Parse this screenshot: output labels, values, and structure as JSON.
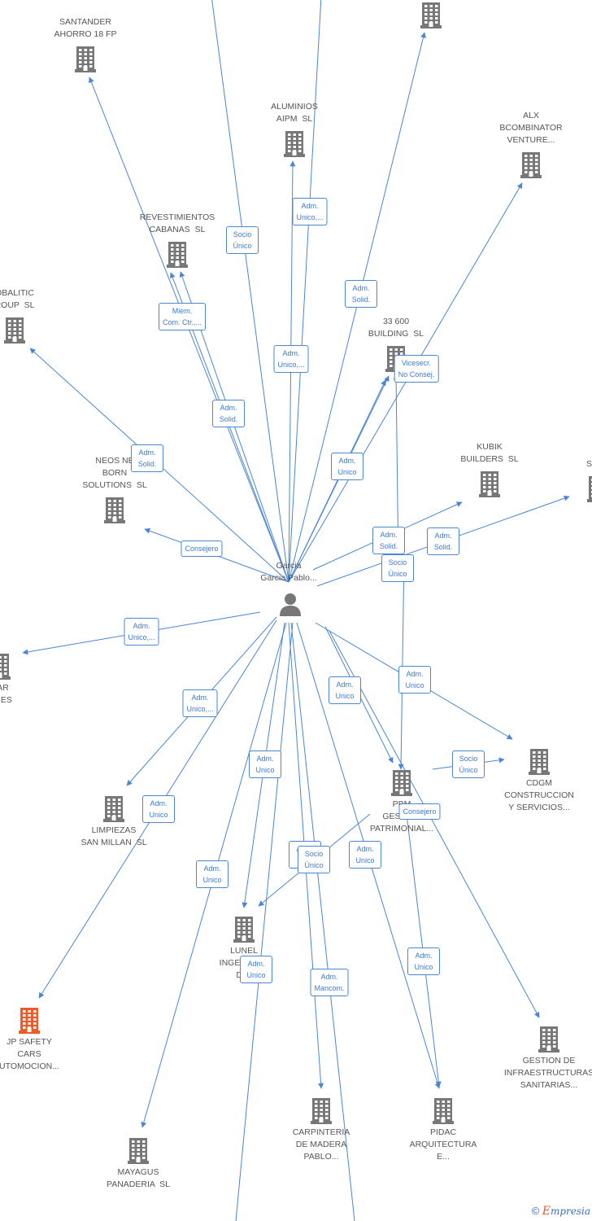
{
  "center": {
    "name": "Garcia\nGarcia Pablo..."
  },
  "colors": {
    "edge": "#4a86d3",
    "node": "#777777",
    "highlight": "#f05a28"
  },
  "companies": [
    {
      "id": "santander",
      "name": "SANTANDER\nAHORRO 18 FP"
    },
    {
      "id": "top_right",
      "name": ""
    },
    {
      "id": "aluminios",
      "name": "ALUMINIOS\nAIPM  SL"
    },
    {
      "id": "alx",
      "name": "ALX\nBCOMBINATOR\nVENTURE..."
    },
    {
      "id": "revestimientos",
      "name": "REVESTIMIENTOS\nCABANAS  SL"
    },
    {
      "id": "obalitic",
      "name": "OBALITIC\nROUP  SL"
    },
    {
      "id": "building33600",
      "name": "33 600\nBUILDING  SL"
    },
    {
      "id": "neos",
      "name": "NEOS NE\nBORN\nSOLUTIONS  SL"
    },
    {
      "id": "kubik",
      "name": "KUBIK\nBUILDERS  SL"
    },
    {
      "id": "soft",
      "name": "L\nSOFT"
    },
    {
      "id": "bar",
      "name": "BAR\nONES"
    },
    {
      "id": "cdgm",
      "name": "CDGM\nCONSTRUCCION\nY SERVICIOS..."
    },
    {
      "id": "limpiezas",
      "name": "LIMPIEZAS\nSAN MILLAN  SL"
    },
    {
      "id": "pbm",
      "name": "PBM\nGESTION\nPATRIMONIAL..."
    },
    {
      "id": "lunel",
      "name": "LUNEL\nINGENIERIA\nDI..."
    },
    {
      "id": "jpsafety",
      "name": "JP SAFETY\nCARS\nUTOMOCION...",
      "highlight": true
    },
    {
      "id": "gestion",
      "name": "GESTION DE\nINFRAESTRUCTURAS\nSANITARIAS..."
    },
    {
      "id": "carpinteria",
      "name": "CARPINTERIA\nDE MADERA\nPABLO..."
    },
    {
      "id": "pidac",
      "name": "PIDAC\nARQUITECTURA\nE..."
    },
    {
      "id": "mayagus",
      "name": "MAYAGUS\nPANADERIA  SL"
    }
  ],
  "edge_labels": [
    {
      "id": "l1",
      "text": "Socio\nÚnico"
    },
    {
      "id": "l2",
      "text": "Adm.\nUnico,..."
    },
    {
      "id": "l3",
      "text": "Adm.\nSolid."
    },
    {
      "id": "l4",
      "text": "Miem.\nCom. Ctr.,..."
    },
    {
      "id": "l5",
      "text": "Adm.\nUnico,..."
    },
    {
      "id": "l6",
      "text": "Adm.\nSolid."
    },
    {
      "id": "l7",
      "text": "Vicesecr.\nNo Consej."
    },
    {
      "id": "l8",
      "text": "Adm.\nSolid."
    },
    {
      "id": "l9",
      "text": "Adm.\nUnico"
    },
    {
      "id": "l10",
      "text": "Consejero"
    },
    {
      "id": "l11",
      "text": "Adm.\nSolid."
    },
    {
      "id": "l12",
      "text": "Adm.\nSolid."
    },
    {
      "id": "l13",
      "text": "Socio\nÚnico"
    },
    {
      "id": "l14",
      "text": "Adm.\nUnico,..."
    },
    {
      "id": "l15",
      "text": "Adm.\nUnico,..."
    },
    {
      "id": "l16",
      "text": "Adm.\nUnico"
    },
    {
      "id": "l17",
      "text": "Adm.\nUnico"
    },
    {
      "id": "l18",
      "text": "Socio\nÚnico"
    },
    {
      "id": "l19",
      "text": "Consejero"
    },
    {
      "id": "l20",
      "text": "Adm.\nUnico"
    },
    {
      "id": "l21",
      "text": "Adm.\nUnico"
    },
    {
      "id": "l22",
      "text": "Adm.\nUnico"
    },
    {
      "id": "l23",
      "text": "Adm.\nUnico"
    },
    {
      "id": "l24",
      "text": "Adm.\nS..."
    },
    {
      "id": "l25",
      "text": "Socio\nÚnico"
    },
    {
      "id": "l26",
      "text": "Adm.\nUnico"
    },
    {
      "id": "l27",
      "text": "Adm.\nUnico"
    },
    {
      "id": "l28",
      "text": "Adm.\nMancom."
    },
    {
      "id": "l29",
      "text": "Socio\nÚnico"
    }
  ],
  "footer": {
    "copyright": "©",
    "brand_first": "E",
    "brand_rest": "mpresia"
  }
}
